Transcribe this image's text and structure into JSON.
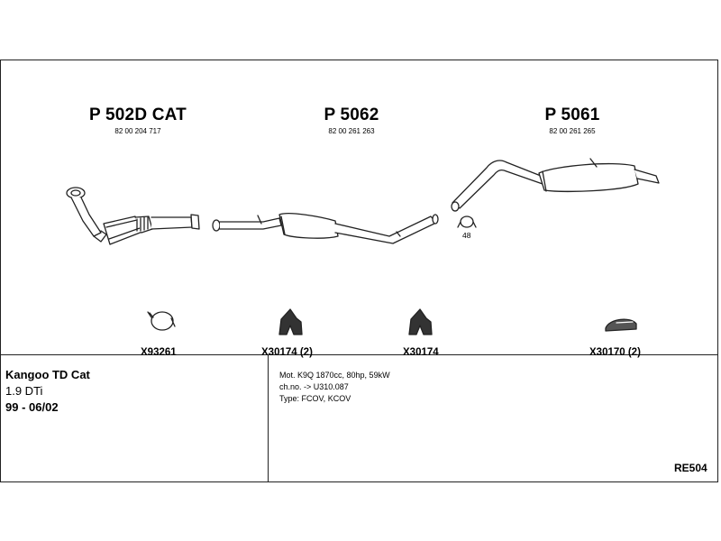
{
  "parts": [
    {
      "name": "P 502D CAT",
      "code": "82 00 204 717"
    },
    {
      "name": "P 5062",
      "code": "82 00 261 263"
    },
    {
      "name": "P 5061",
      "code": "82 00 261 265"
    }
  ],
  "clamp_count": "48",
  "accessories": [
    {
      "code": "X93261",
      "icon": "clamp-icon"
    },
    {
      "code": "X30174 (2)",
      "icon": "rubber-hanger-icon"
    },
    {
      "code": "X30174",
      "icon": "rubber-hanger-icon"
    },
    {
      "code": "X30170 (2)",
      "icon": "rubber-mount-icon"
    }
  ],
  "vehicle": {
    "model": "Kangoo TD Cat",
    "engine": "1.9 DTi",
    "years": "99 - 06/02"
  },
  "specs": [
    "Mot. K9Q 1870cc, 80hp, 59kW",
    "ch.no. -> U310.087",
    "Type: FCOV, KCOV"
  ],
  "reference": "RE504"
}
